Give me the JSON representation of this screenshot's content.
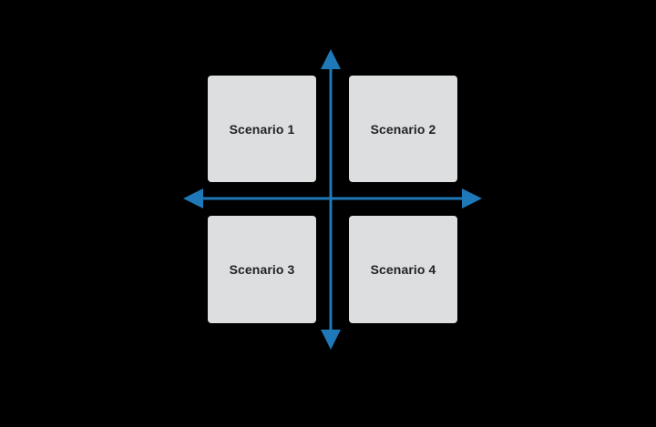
{
  "colors": {
    "background": "#000000",
    "arrow": "#1f78b8",
    "box-fill": "#dcdee0",
    "label": "#1f2326"
  },
  "quadrants": [
    {
      "label": "Scenario 1"
    },
    {
      "label": "Scenario 2"
    },
    {
      "label": "Scenario 3"
    },
    {
      "label": "Scenario 4"
    }
  ]
}
